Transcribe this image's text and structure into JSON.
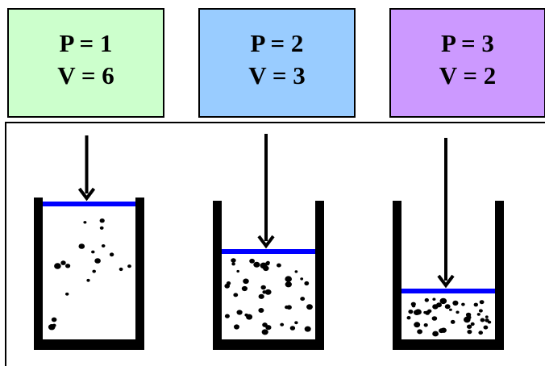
{
  "states": [
    {
      "pressure_label": "P = 1",
      "volume_label": "V = 6",
      "color": "#ccffcc",
      "pressure": 1,
      "volume": 6
    },
    {
      "pressure_label": "P = 2",
      "volume_label": "V = 3",
      "color": "#99ccff",
      "pressure": 2,
      "volume": 3
    },
    {
      "pressure_label": "P = 3",
      "volume_label": "V = 2",
      "color": "#cc99ff",
      "pressure": 3,
      "volume": 2
    }
  ],
  "colors": {
    "piston": "#0000ff",
    "wall": "#000000",
    "particle": "#000000"
  },
  "icons": [
    "down-arrow-icon",
    "piston-icon",
    "gas-particle-icon"
  ]
}
